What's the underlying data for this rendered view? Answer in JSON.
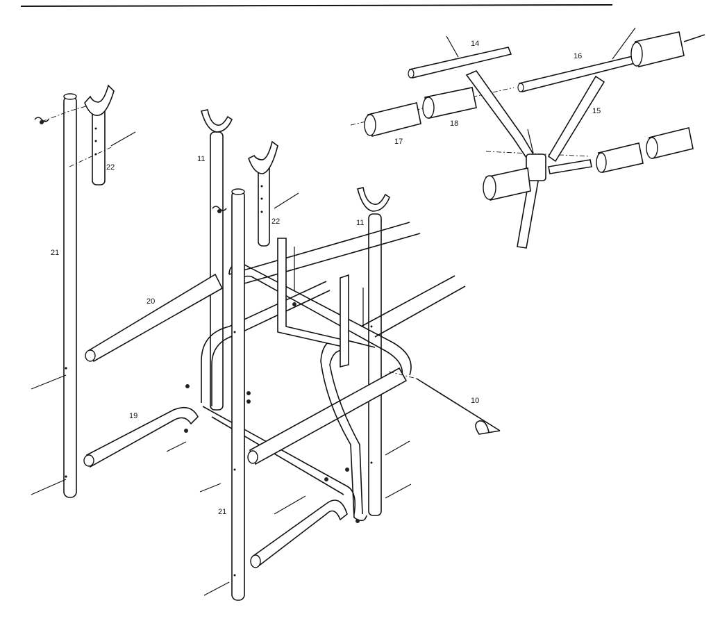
{
  "part_labels": {
    "p10": "10",
    "p11a": "11",
    "p11b": "11",
    "p14": "14",
    "p15": "15",
    "p16": "16",
    "p17": "17",
    "p18": "18",
    "p19": "19",
    "p20": "20",
    "p21a": "21",
    "p21b": "21",
    "p22a": "22",
    "p22b": "22"
  }
}
